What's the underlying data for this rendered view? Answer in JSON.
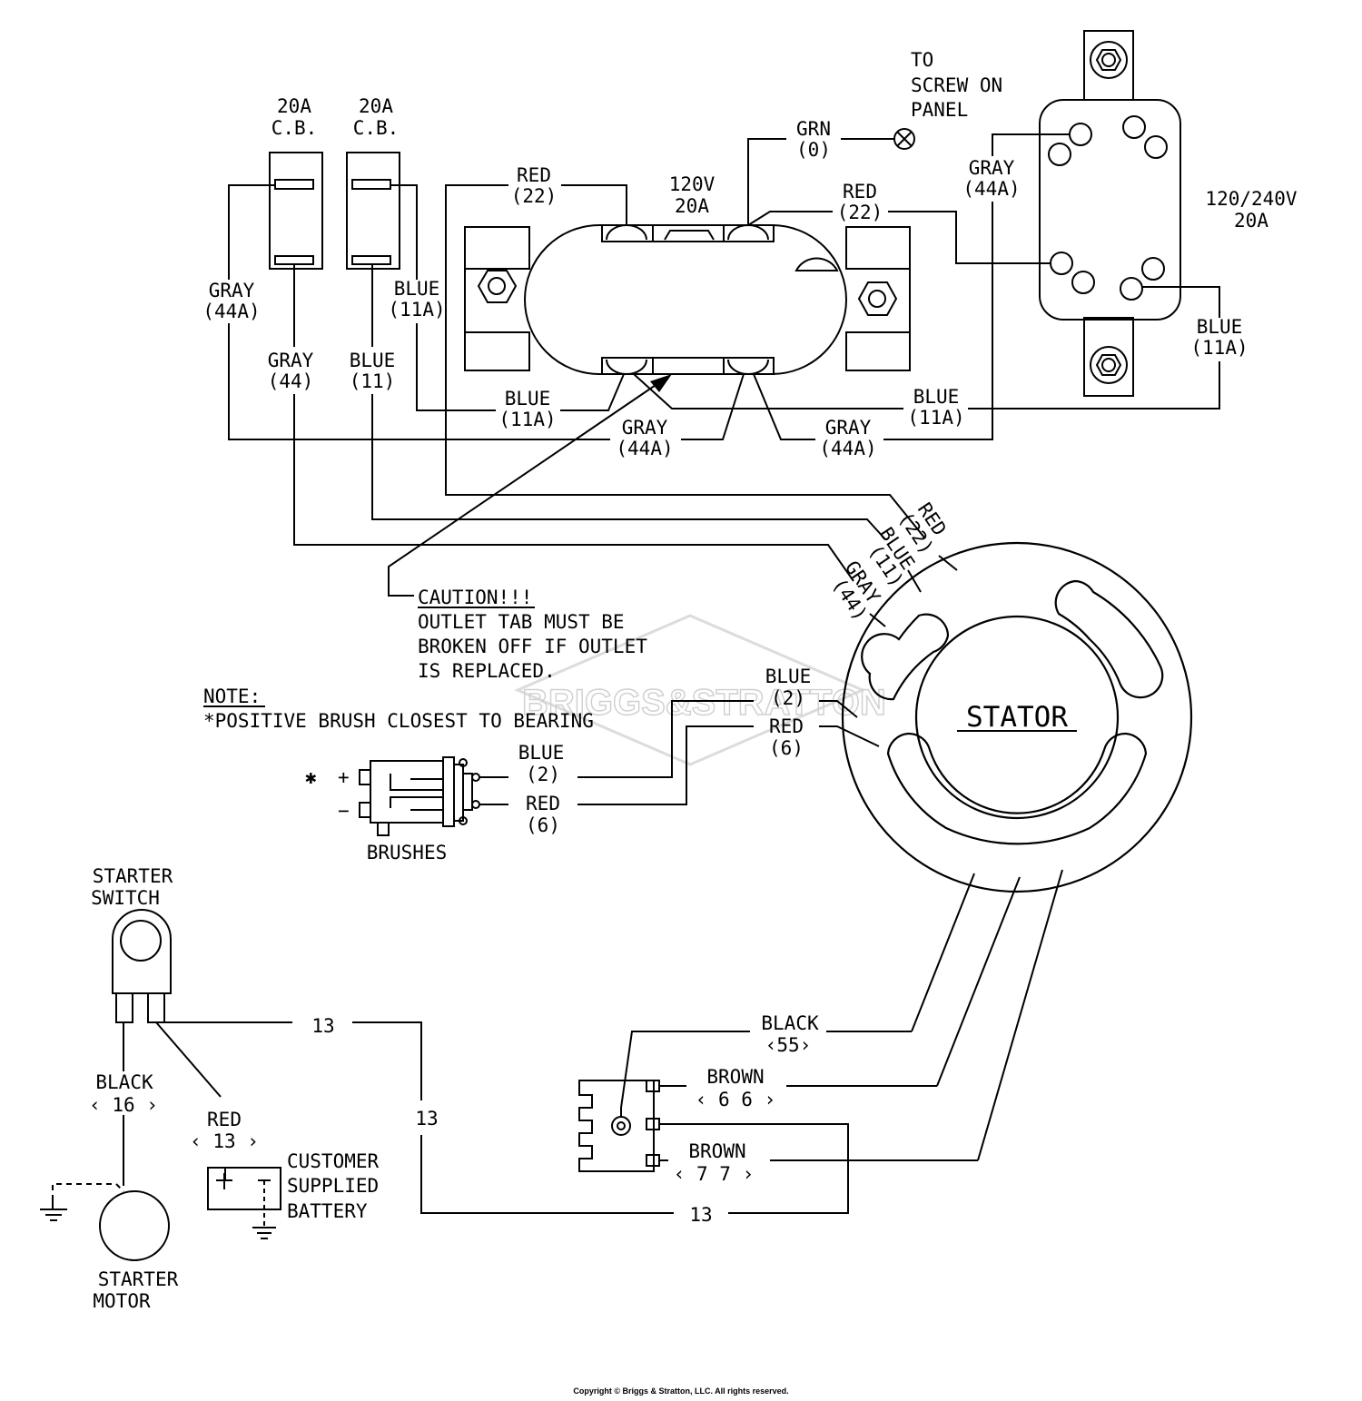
{
  "labels": {
    "cb_left_rating": "20A",
    "cb_left_type": "C.B.",
    "cb_right_rating": "20A",
    "cb_right_type": "C.B.",
    "outlet_120_voltage": "120V",
    "outlet_120_amps": "20A",
    "outlet_240_voltage": "120/240V",
    "outlet_240_amps": "20A",
    "ground_note_1": "TO",
    "ground_note_2": "SCREW ON",
    "ground_note_3": "PANEL",
    "stator": "STATOR",
    "brushes": "BRUSHES",
    "brush_star": "✱",
    "brush_plus": "+",
    "brush_minus": "−",
    "starter_switch_1": "STARTER",
    "starter_switch_2": "SWITCH",
    "starter_motor_1": "STARTER",
    "starter_motor_2": "MOTOR",
    "battery_1": "CUSTOMER",
    "battery_2": "SUPPLIED",
    "battery_3": "BATTERY",
    "battery_plus": "+",
    "caution_title": "CAUTION!!!",
    "caution_1": "OUTLET TAB MUST BE",
    "caution_2": "BROKEN OFF IF OUTLET",
    "caution_3": "IS REPLACED.",
    "note_title": "NOTE:",
    "note_1": "*POSITIVE BRUSH CLOSEST TO BEARING",
    "watermark": "BRIGGS&STRATTON",
    "copyright": "Copyright © Briggs & Stratton, LLC. All rights reserved."
  },
  "wires": {
    "gray": "GRAY",
    "blue": "BLUE",
    "red": "RED",
    "grn": "GRN",
    "black": "BLACK",
    "brown": "BROWN",
    "n44a": "(44A)",
    "n44": "(44)",
    "n11a": "(11A)",
    "n11": "(11)",
    "n22": "(22)",
    "n0": "(0)",
    "n2": "(2)",
    "n6": "(6)",
    "n55": "‹55›",
    "n66": "‹ 6 6 ›",
    "n77": "‹ 7 7 ›",
    "n16": "‹ 16 ›",
    "n13p": "‹ 13 ›",
    "n13": "13"
  }
}
